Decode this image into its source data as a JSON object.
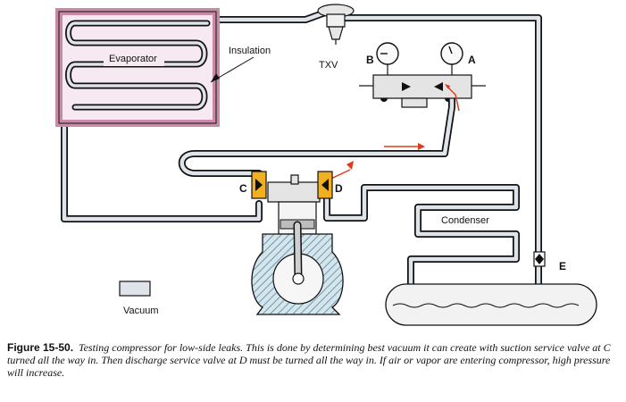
{
  "labels": {
    "evaporator": "Evaporator",
    "insulation": "Insulation",
    "txv": "TXV",
    "gauge_a": "A",
    "gauge_b": "B",
    "valve_c": "C",
    "valve_d": "D",
    "condenser": "Condenser",
    "valve_e": "E",
    "vacuum": "Vacuum"
  },
  "caption": {
    "figure_label": "Figure 15-50.",
    "text": "Testing compressor for low-side leaks. This is done by determining best vacuum it can create with suction service valve at C turned all the way in. Then discharge service valve at D must be turned all the way in. If air or vapor are entering compressor, high pressure will increase."
  },
  "colors": {
    "tube": "#111111",
    "tube_fill": "#dfe3ea",
    "insulation": "#c98aa8",
    "insulation_fill": "#f7e9f1",
    "valve": "#f2b01e",
    "flow_arrow": "#e03a1e",
    "compressor": "#5a8aa0",
    "compressor_fill": "#c9dde6"
  }
}
